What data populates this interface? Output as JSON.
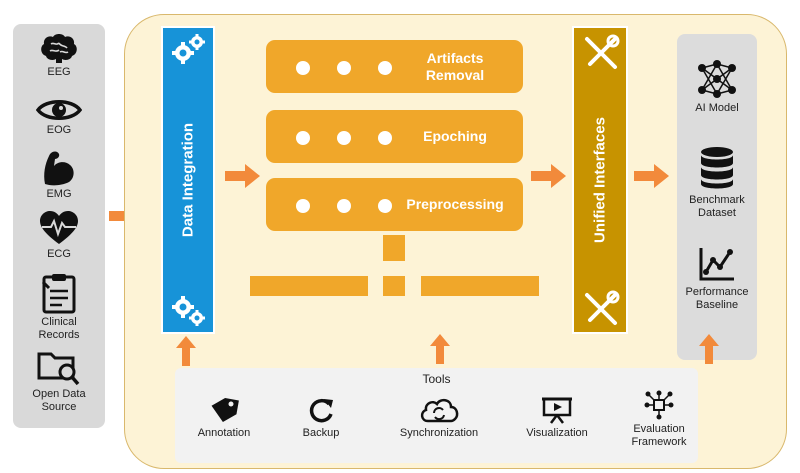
{
  "sources": [
    {
      "label": "EEG",
      "icon": "brain-icon"
    },
    {
      "label": "EOG",
      "icon": "eye-icon"
    },
    {
      "label": "EMG",
      "icon": "muscle-icon"
    },
    {
      "label": "ECG",
      "icon": "heart-pulse-icon"
    },
    {
      "label": "Clinical\nRecords",
      "icon": "clipboard-icon"
    },
    {
      "label": "Open Data\nSource",
      "icon": "folder-search-icon"
    }
  ],
  "data_integration": {
    "label": "Data Integration",
    "icon": "gears-icon"
  },
  "pipeline": [
    {
      "label": "Artifacts\nRemoval"
    },
    {
      "label": "Epoching"
    },
    {
      "label": "Preprocessing"
    }
  ],
  "unified_interfaces": {
    "label": "Unified Interfaces",
    "icon": "tools-icon"
  },
  "outputs": [
    {
      "label": "AI Model",
      "icon": "neural-network-icon"
    },
    {
      "label": "Benchmark\nDataset",
      "icon": "database-icon"
    },
    {
      "label": "Performance\nBaseline",
      "icon": "line-chart-icon"
    }
  ],
  "tools": {
    "title": "Tools",
    "items": [
      {
        "label": "Annotation",
        "icon": "tag-icon"
      },
      {
        "label": "Backup",
        "icon": "refresh-icon"
      },
      {
        "label": "Synchronization",
        "icon": "cloud-sync-icon"
      },
      {
        "label": "Visualization",
        "icon": "presentation-icon"
      },
      {
        "label": "Evaluation\nFramework",
        "icon": "flowchart-icon"
      }
    ]
  },
  "colors": {
    "blue": "#1793d8",
    "orange": "#f0a72a",
    "arrow": "#f28a3b",
    "gold": "#c79300",
    "frame": "#fdf3d6"
  }
}
